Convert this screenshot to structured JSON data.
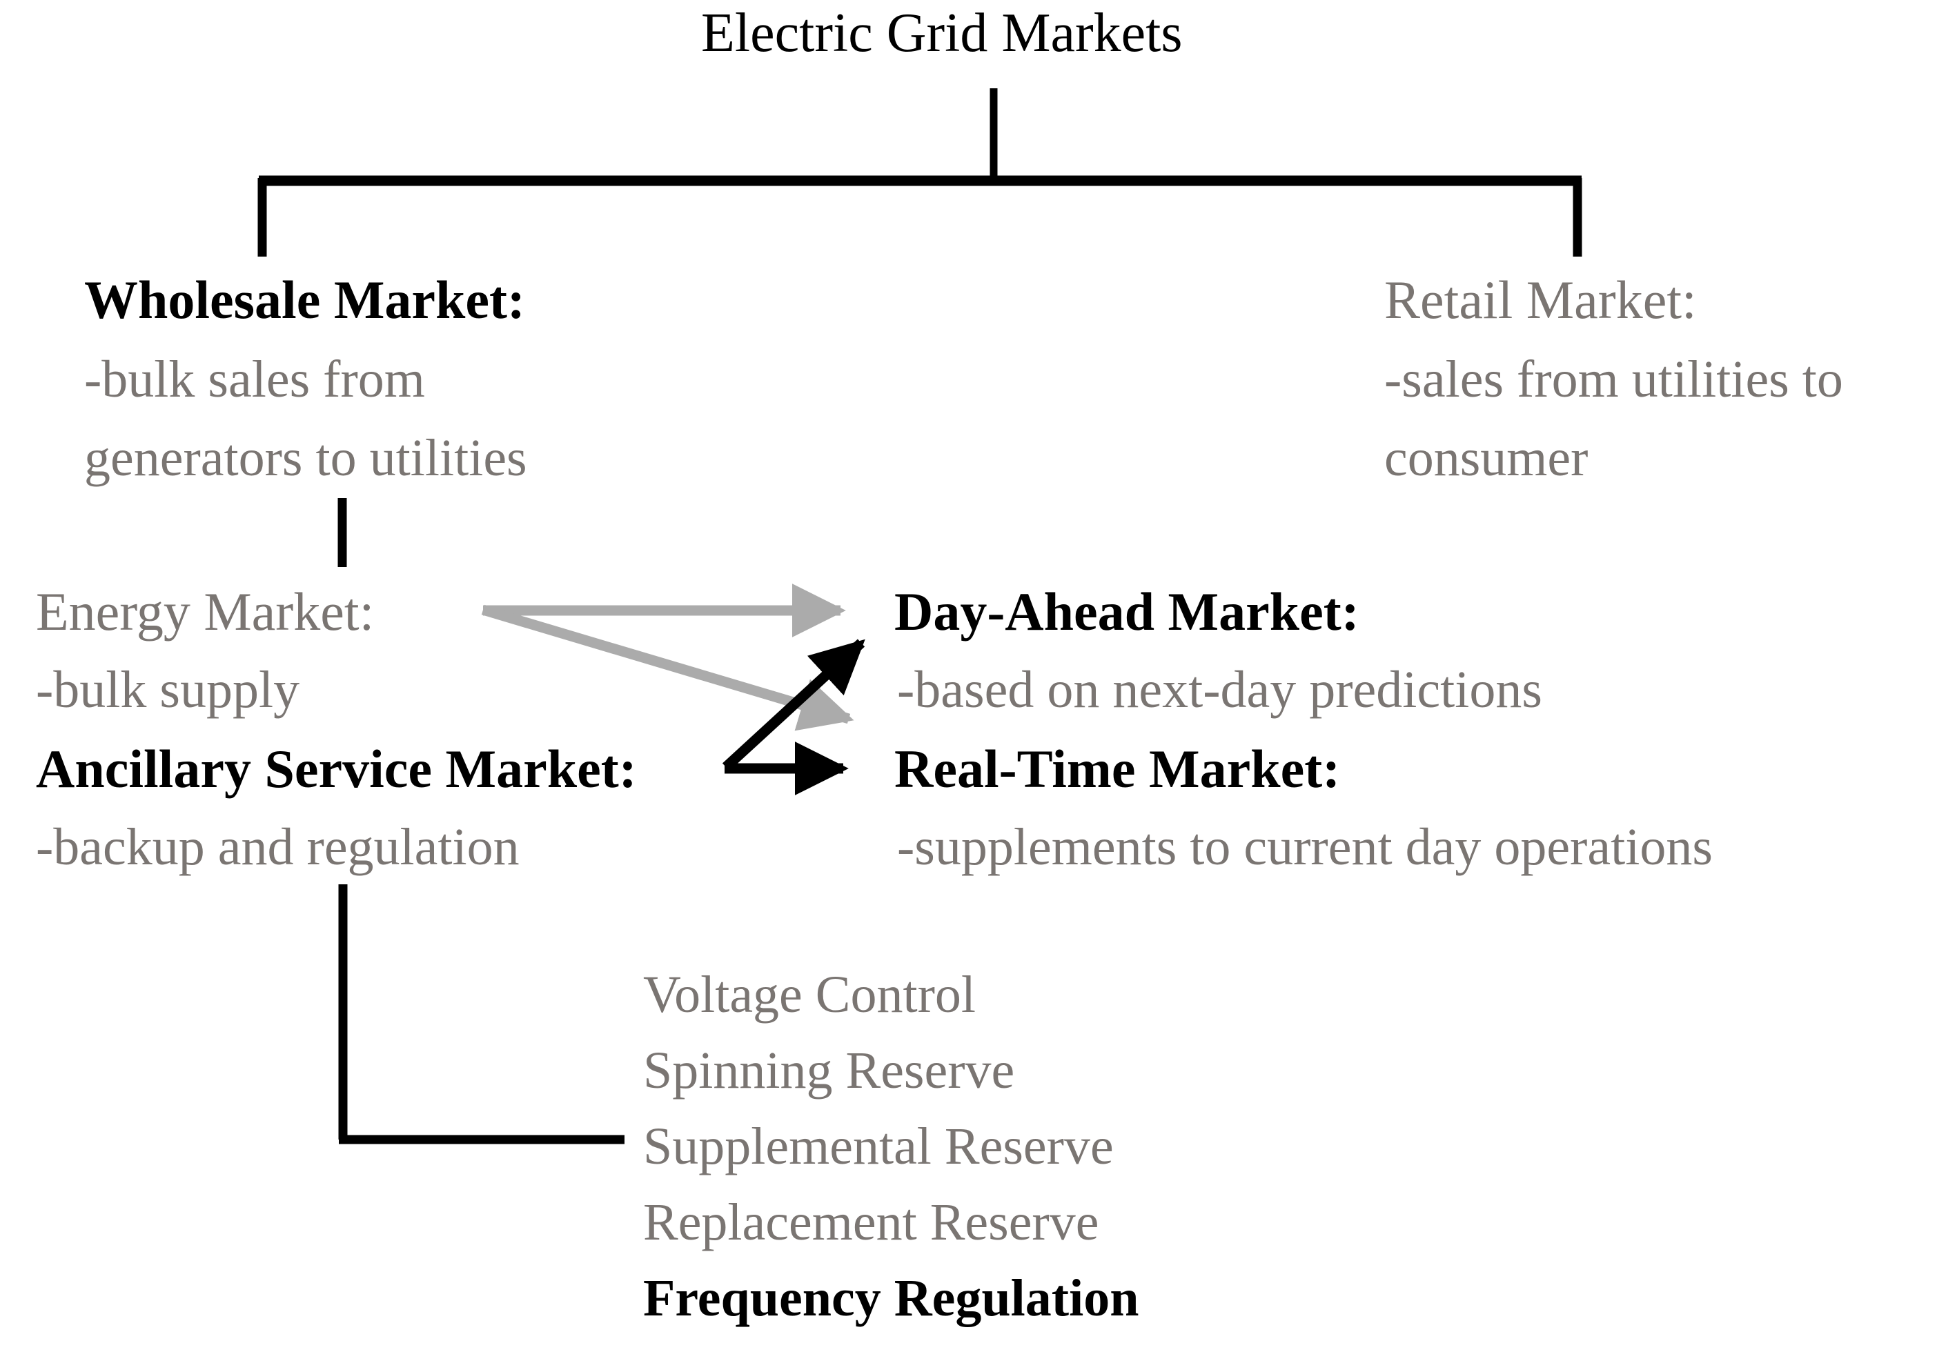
{
  "diagram": {
    "title": "Electric Grid Markets",
    "colors": {
      "black": "#000000",
      "gray_text": "#7a7572",
      "gray_arrow": "#ababab",
      "background": "#ffffff"
    },
    "nodes": {
      "wholesale": {
        "heading": "Wholesale Market:",
        "line1": "-bulk sales from",
        "line2": "generators to utilities"
      },
      "retail": {
        "heading": "Retail Market:",
        "line1": "-sales from utilities to",
        "line2": "consumer"
      },
      "energy": {
        "heading": "Energy Market:",
        "line1": "-bulk supply"
      },
      "ancillary": {
        "heading": "Ancillary Service Market:",
        "line1": "-backup and regulation"
      },
      "day_ahead": {
        "heading": "Day-Ahead Market:",
        "line1": "-based on next-day predictions"
      },
      "real_time": {
        "heading": "Real-Time Market:",
        "line1": "-supplements to current day operations"
      }
    },
    "ancillary_services": [
      {
        "label": "Voltage Control",
        "emphasis": "gray"
      },
      {
        "label": "Spinning Reserve",
        "emphasis": "gray"
      },
      {
        "label": "Supplemental Reserve",
        "emphasis": "gray"
      },
      {
        "label": "Replacement Reserve",
        "emphasis": "gray"
      },
      {
        "label": "Frequency Regulation",
        "emphasis": "black"
      }
    ],
    "connectors": {
      "root_stem": "vertical-line-from-title",
      "split_bar": "horizontal-bracket-bar",
      "left_drop": "drop-to-wholesale-market",
      "right_drop": "drop-to-retail-market",
      "wholesale_stem": "drop-to-energy-market",
      "ancillary_bracket": "bracket-to-ancillary-services"
    },
    "arrows": [
      {
        "name": "energy-to-day-ahead",
        "color": "#ababab"
      },
      {
        "name": "energy-to-real-time",
        "color": "#ababab"
      },
      {
        "name": "ancillary-to-day-ahead",
        "color": "#000000"
      },
      {
        "name": "ancillary-to-real-time",
        "color": "#000000"
      }
    ]
  }
}
